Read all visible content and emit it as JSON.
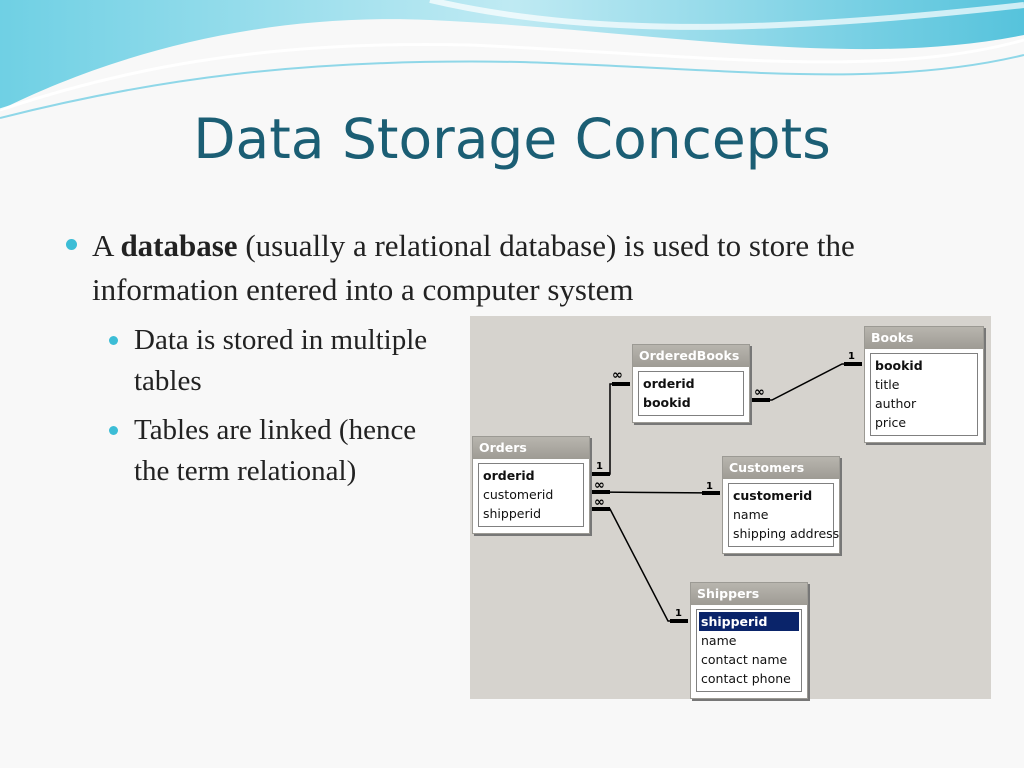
{
  "slide": {
    "title": "Data Storage Concepts",
    "bullet": {
      "prefix": "A ",
      "bold": "database",
      "rest": " (usually  a relational database) is used to store the information entered into a computer system"
    },
    "sub_bullets": [
      "Data is stored in multiple tables",
      "Tables are linked (hence the term relational)"
    ]
  },
  "diagram": {
    "tables": [
      {
        "name": "OrderedBooks",
        "fields": [
          {
            "text": "orderid",
            "key": true
          },
          {
            "text": "bookid",
            "key": true
          }
        ]
      },
      {
        "name": "Books",
        "fields": [
          {
            "text": "bookid",
            "key": true
          },
          {
            "text": "title"
          },
          {
            "text": "author"
          },
          {
            "text": "price"
          }
        ]
      },
      {
        "name": "Orders",
        "fields": [
          {
            "text": "orderid",
            "key": true
          },
          {
            "text": "customerid"
          },
          {
            "text": "shipperid"
          }
        ]
      },
      {
        "name": "Customers",
        "fields": [
          {
            "text": "customerid",
            "key": true
          },
          {
            "text": "name"
          },
          {
            "text": "shipping address"
          }
        ]
      },
      {
        "name": "Shippers",
        "fields": [
          {
            "text": "shipperid",
            "key": true,
            "selected": true
          },
          {
            "text": "name"
          },
          {
            "text": "contact name"
          },
          {
            "text": "contact phone"
          }
        ]
      }
    ],
    "labels": {
      "one": "1",
      "many": "∞"
    }
  },
  "colors": {
    "title": "#1b5e74",
    "bullet_dot": "#3cbdd6",
    "diagram_bg": "#d6d3ce",
    "selected": "#0a246a"
  }
}
